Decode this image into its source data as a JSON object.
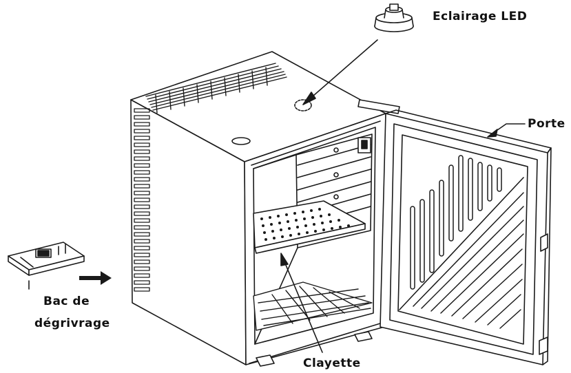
{
  "labels": {
    "led": "Eclairage LED",
    "porte": "Porte",
    "bac_line1": "Bac de",
    "bac_line2": "dégrivrage",
    "clayette": "Clayette"
  },
  "colors": {
    "line": "#1a1a1a",
    "background": "#ffffff"
  }
}
